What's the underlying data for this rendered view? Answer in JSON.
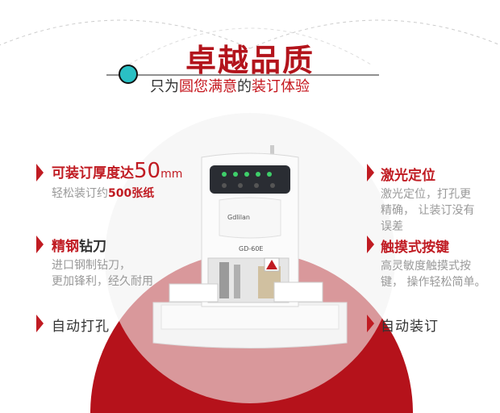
{
  "header": {
    "title": "卓越品质",
    "subtitle_prefix": "只为",
    "subtitle_red1": "圆您满意",
    "subtitle_mid": "的",
    "subtitle_red2": "装订体验"
  },
  "features_left": [
    {
      "title_prefix": "可装订厚度达",
      "title_big": "50",
      "title_unit": "mm",
      "desc_prefix": "轻松装订约",
      "desc_highlight": "500张纸"
    },
    {
      "title_red": "精钢",
      "title_rest": "钻刀",
      "desc": [
        "进口钢制钻刀，",
        "更加锋利，经久耐用"
      ]
    },
    {
      "title": "自动打孔"
    }
  ],
  "features_right": [
    {
      "title": "激光定位",
      "desc": [
        "激光定位，打孔更",
        "精确， 让装订没有",
        "误差"
      ]
    },
    {
      "title": "触摸式按键",
      "desc": [
        "高灵敏度触摸式按",
        "键， 操作轻松简单。"
      ]
    },
    {
      "title": "自动装订"
    }
  ],
  "product": {
    "brand": "Gdlilan",
    "model": "GD-60E"
  },
  "colors": {
    "accent": "#c01b22",
    "teal": "#2ac0c4",
    "arc": "#b5121b"
  }
}
